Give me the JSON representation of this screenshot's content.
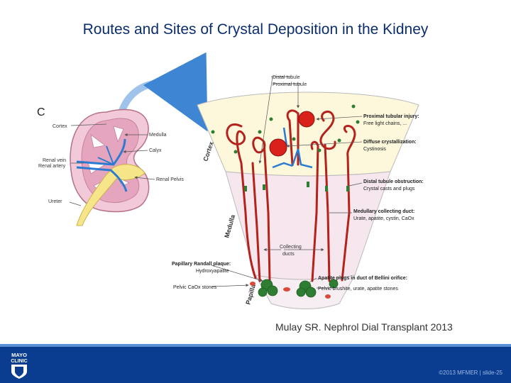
{
  "slide": {
    "title": "Routes and Sites of Crystal Deposition in the Kidney",
    "panel_letter": "C",
    "citation": "Mulay SR.  Nephrol Dial Transplant 2013",
    "copyright": "©2013 MFMER  |  slide-25"
  },
  "logo": {
    "line1": "MAYO",
    "line2": "CLINIC"
  },
  "kidney_labels": {
    "cortex": "Cortex",
    "medulla": "Medulla",
    "calyx": "Calyx",
    "renal_vein": "Renal vein",
    "renal_artery": "Renal artery",
    "renal_pelvis": "Renal Pelvis",
    "ureter": "Ureter"
  },
  "zone_labels": {
    "cortex": "Cortex",
    "medulla": "Medulla",
    "papilla": "Papilla"
  },
  "nephron_labels": {
    "distal_tubule": "Distal tubule",
    "proximal_tubule": "Proximal tubule",
    "collecting_ducts_1": "Collecting",
    "collecting_ducts_2": "ducts"
  },
  "annotations": {
    "proximal_injury_title": "Proximal tubular injury:",
    "proximal_injury_detail": "Free light chains, ...",
    "diffuse_title": "Diffuse crystallization:",
    "diffuse_detail": "Cystinosis",
    "distal_title": "Distal tubule obstruction:",
    "distal_detail": "Crystal casts and plugs",
    "medullary_title": "Medullary collecting duct:",
    "medullary_detail": "Urate, apatite, cystin, CaOx",
    "papillary_title": "Papillary Randall plaque:",
    "papillary_detail": "Hydroxyapatite",
    "pelvic_caox": "Pelvic CaOx stones",
    "bellini_title": "Apatite plugs in duct of Bellini orifice:",
    "bellini_detail": "Pelvic brushite, urate, apatite stones"
  },
  "colors": {
    "title": "#0b2e6e",
    "footer": "#0a3d8f",
    "tubule": "#b5221c",
    "vessel": "#2b7bd1",
    "cortex_zone": "#fdf7dc",
    "medulla_zone": "#f6e6ee",
    "crystal": "#2e7d32"
  }
}
